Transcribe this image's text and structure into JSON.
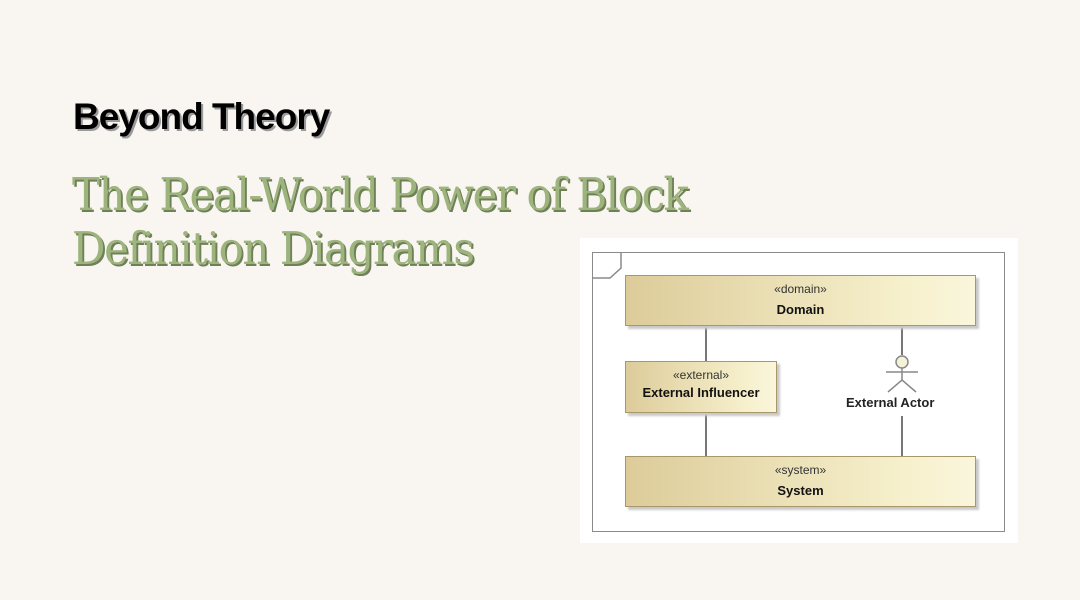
{
  "slide": {
    "kicker": "Beyond Theory",
    "title_line1": "The Real-World Power of Block",
    "title_line2": "Definition Diagrams"
  },
  "diagram": {
    "domain": {
      "stereotype": "«domain»",
      "name": "Domain"
    },
    "external": {
      "stereotype": "«external»",
      "name": "External Influencer"
    },
    "actor": {
      "name": "External Actor"
    },
    "system": {
      "stereotype": "«system»",
      "name": "System"
    }
  }
}
